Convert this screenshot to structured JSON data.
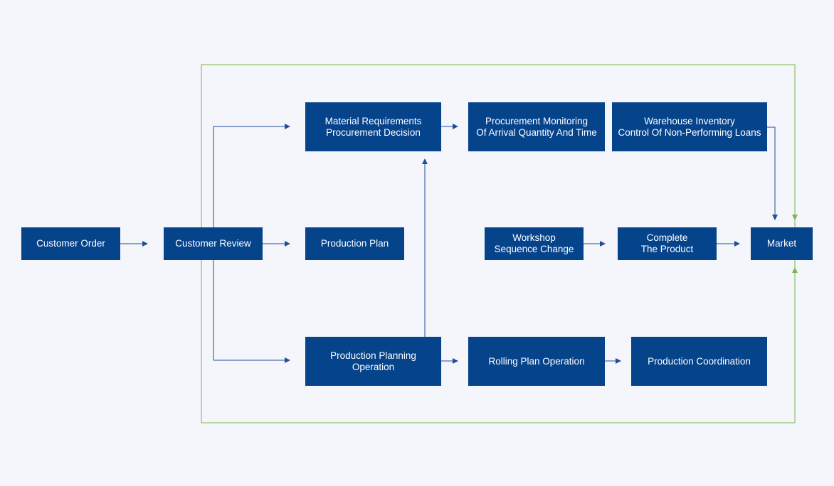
{
  "colors": {
    "background": "#f4f6fc",
    "node_fill": "#05438b",
    "node_text": "#ffffff",
    "connector": "#1f4e9a",
    "feedback_loop": "#7ab648"
  },
  "nodes": {
    "customer_order": {
      "lines": [
        "Customer Order"
      ]
    },
    "customer_review": {
      "lines": [
        "Customer Review"
      ]
    },
    "material_requirements": {
      "lines": [
        "Material Requirements",
        "Procurement Decision"
      ]
    },
    "procurement_monitoring": {
      "lines": [
        "Procurement Monitoring",
        "Of Arrival Quantity And Time"
      ]
    },
    "warehouse_inventory": {
      "lines": [
        "Warehouse Inventory",
        "Control Of Non-Performing Loans"
      ]
    },
    "production_plan": {
      "lines": [
        "Production Plan"
      ]
    },
    "workshop_sequence": {
      "lines": [
        "Workshop",
        "Sequence Change"
      ]
    },
    "complete_product": {
      "lines": [
        "Complete",
        "The Product"
      ]
    },
    "market": {
      "lines": [
        "Market"
      ]
    },
    "production_planning": {
      "lines": [
        "Production Planning",
        "Operation"
      ]
    },
    "rolling_plan": {
      "lines": [
        "Rolling Plan Operation"
      ]
    },
    "production_coordination": {
      "lines": [
        "Production Coordination"
      ]
    }
  },
  "edges": [
    {
      "from": "customer_order",
      "to": "customer_review"
    },
    {
      "from": "customer_review",
      "to": "material_requirements"
    },
    {
      "from": "customer_review",
      "to": "production_plan"
    },
    {
      "from": "customer_review",
      "to": "production_planning"
    },
    {
      "from": "production_planning",
      "to": "material_requirements"
    },
    {
      "from": "material_requirements",
      "to": "procurement_monitoring"
    },
    {
      "from": "warehouse_inventory",
      "to": "market"
    },
    {
      "from": "workshop_sequence",
      "to": "complete_product"
    },
    {
      "from": "complete_product",
      "to": "market"
    },
    {
      "from": "production_planning",
      "to": "rolling_plan"
    },
    {
      "from": "rolling_plan",
      "to": "production_coordination"
    }
  ],
  "feedback_loop": {
    "description_visible": false
  }
}
